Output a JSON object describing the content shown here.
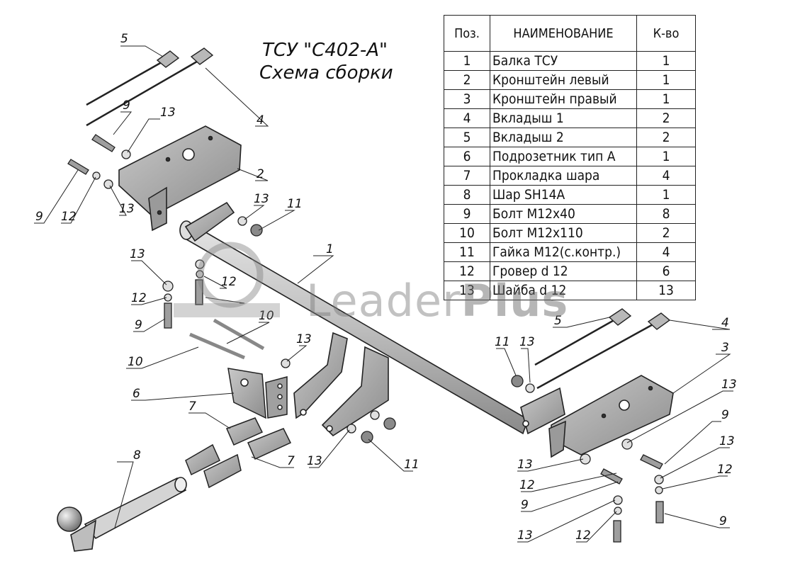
{
  "title": {
    "line1": "ТСУ \"С402-А\"",
    "line2": "Схема сборки"
  },
  "table": {
    "headers": {
      "pos": "Поз.",
      "name": "НАИМЕНОВАНИЕ",
      "qty": "К-во"
    },
    "rows": [
      {
        "pos": "1",
        "name": "Балка ТСУ",
        "qty": "1"
      },
      {
        "pos": "2",
        "name": "Кронштейн левый",
        "qty": "1"
      },
      {
        "pos": "3",
        "name": "Кронштейн правый",
        "qty": "1"
      },
      {
        "pos": "4",
        "name": "Вкладыш 1",
        "qty": "2"
      },
      {
        "pos": "5",
        "name": "Вкладыш 2",
        "qty": "2"
      },
      {
        "pos": "6",
        "name": "Подрозетник тип А",
        "qty": "1"
      },
      {
        "pos": "7",
        "name": "Прокладка шара",
        "qty": "4"
      },
      {
        "pos": "8",
        "name": "Шар SH14A",
        "qty": "1"
      },
      {
        "pos": "9",
        "name": "Болт М12х40",
        "qty": "8"
      },
      {
        "pos": "10",
        "name": "Болт М12х110",
        "qty": "2"
      },
      {
        "pos": "11",
        "name": "Гайка М12(с.контр.)",
        "qty": "4"
      },
      {
        "pos": "12",
        "name": "Гровер d 12",
        "qty": "6"
      },
      {
        "pos": "13",
        "name": "Шайба d 12",
        "qty": "13"
      }
    ]
  },
  "watermark": {
    "part1": "Leader",
    "part2": "Plus"
  },
  "callouts": {
    "c1": "1",
    "c2": "2",
    "c3": "3",
    "c4a": "4",
    "c4b": "4",
    "c5a": "5",
    "c5b": "5",
    "c6": "6",
    "c7a": "7",
    "c7b": "7",
    "c8": "8",
    "c9a": "9",
    "c9b": "9",
    "c9c": "9",
    "c9d": "9",
    "c9e": "9",
    "c9f": "9",
    "c10a": "10",
    "c10b": "10",
    "c11a": "11",
    "c11b": "11",
    "c11c": "11",
    "c12a": "12",
    "c12b": "12",
    "c12c": "12",
    "c12d": "12",
    "c12e": "12",
    "c12f": "12",
    "c13a": "13",
    "c13b": "13",
    "c13c": "13",
    "c13d": "13",
    "c13e": "13",
    "c13f": "13",
    "c13g": "13",
    "c13h": "13",
    "c13i": "13",
    "c13j": "13",
    "c13k": "13"
  }
}
